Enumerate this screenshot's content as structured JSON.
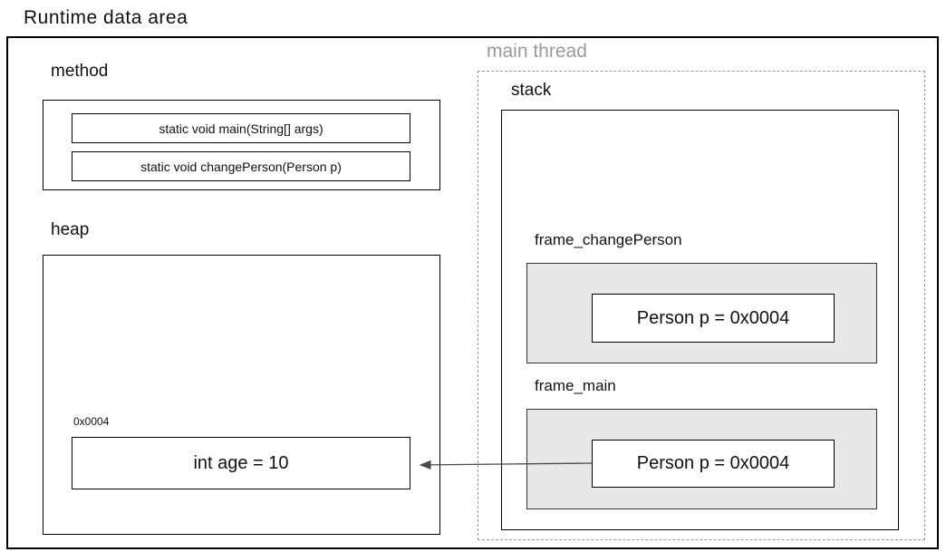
{
  "title": "Runtime data area",
  "colors": {
    "background": "#ffffff",
    "border": "#000000",
    "frame_fill": "#e8e8e8",
    "dashed_border": "#9a9a9a",
    "muted_label": "#9a9a9a",
    "arrow": "#4a4a4a"
  },
  "method_area": {
    "label": "method",
    "methods": [
      "static void main(String[] args)",
      "static void changePerson(Person p)"
    ]
  },
  "heap_area": {
    "label": "heap",
    "object_address": "0x0004",
    "object_value": "int age = 10"
  },
  "main_thread": {
    "label": "main thread",
    "stack": {
      "label": "stack",
      "frames": [
        {
          "label": "frame_changePerson",
          "variable": "Person p = 0x0004"
        },
        {
          "label": "frame_main",
          "variable": "Person p = 0x0004"
        }
      ]
    }
  }
}
